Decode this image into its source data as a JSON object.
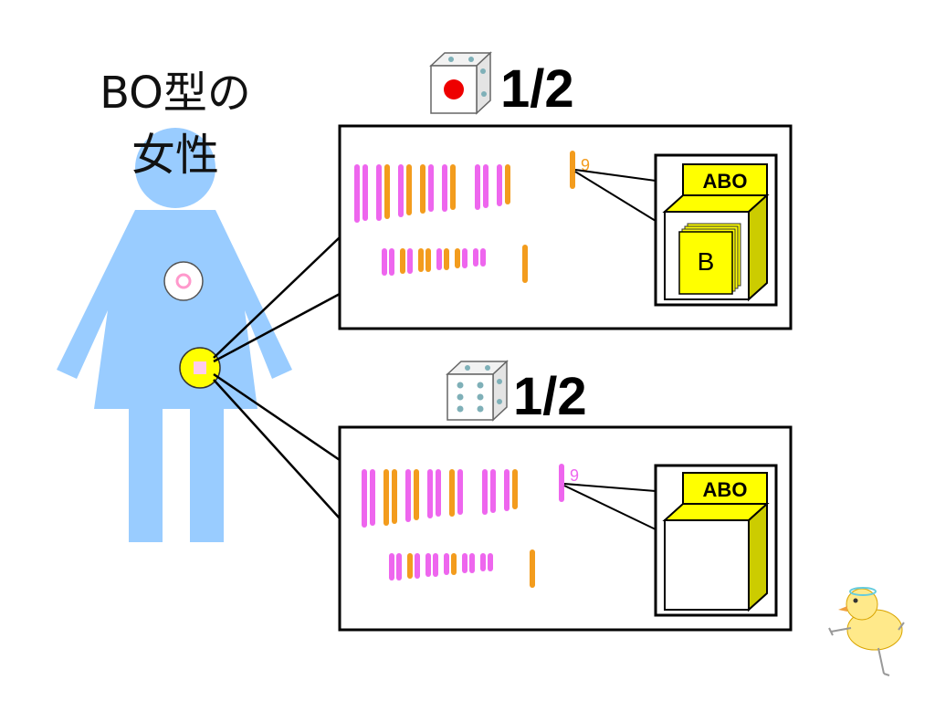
{
  "figure": {
    "title_line1": "BO型の",
    "title_line2": "女性"
  },
  "panels": [
    {
      "id": "top",
      "probability": "1/2",
      "die_face": "red-dot-one",
      "chromosome_label": "9",
      "chromosome_label_color": "#ff8c00",
      "locus_label": "ABO",
      "allele": "B"
    },
    {
      "id": "bottom",
      "probability": "1/2",
      "die_face": "six",
      "chromosome_label": "9",
      "chromosome_label_color": "#ee66ee",
      "locus_label": "ABO",
      "allele": ""
    }
  ],
  "colors": {
    "figure_blue": "#99ccff",
    "pink": "#ee66ee",
    "orange": "#f39c1d",
    "yellow": "#ffff00",
    "olive": "#cccc00",
    "die_red": "#ee0000",
    "die_dot": "#7fb0b8"
  }
}
